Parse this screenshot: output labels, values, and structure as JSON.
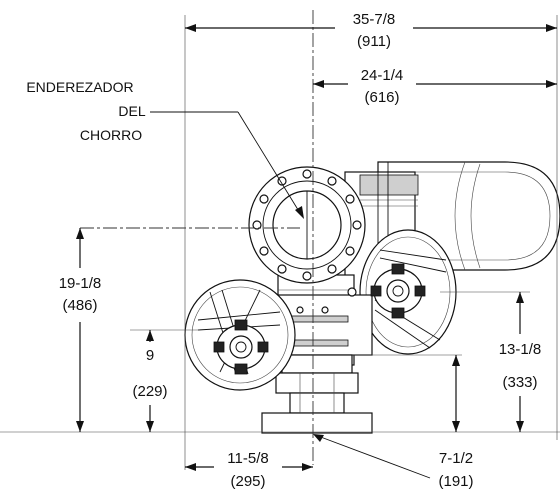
{
  "labels": {
    "callout": [
      "ENDEREZADOR",
      "DEL",
      "CHORRO"
    ]
  },
  "dimensions": {
    "overall_width": {
      "imperial": "35-7/8",
      "metric": "(911)"
    },
    "right_width": {
      "imperial": "24-1/4",
      "metric": "(616)"
    },
    "left_height": {
      "imperial": "19-1/8",
      "metric": "(486)"
    },
    "inner_height": {
      "imperial": "9",
      "metric": "(229)"
    },
    "right_height": {
      "imperial": "13-1/8",
      "metric": "(333)"
    },
    "bottom_left": {
      "imperial": "11-5/8",
      "metric": "(295)"
    },
    "bottom_right": {
      "imperial": "7-1/2",
      "metric": "(191)"
    }
  }
}
